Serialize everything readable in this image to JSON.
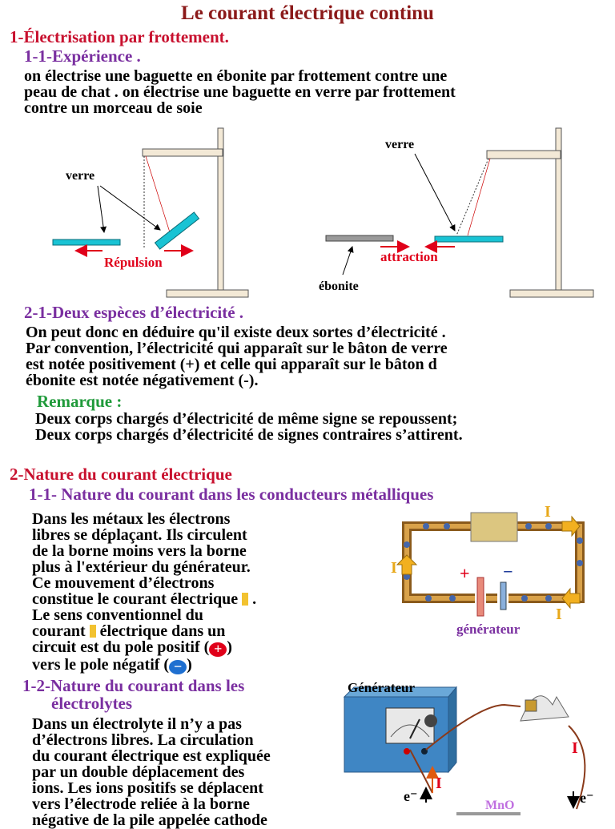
{
  "title": "Le courant électrique continu",
  "s1": {
    "heading": "1-Électrisation par frottement.",
    "sub": "1-1-Expérience .",
    "lines": [
      "on électrise une baguette en ébonite par frottement contre une",
      "peau de chat . on électrise une baguette en verre par frottement",
      "contre un morceau de soie"
    ]
  },
  "fig1": {
    "verre_left": "verre",
    "repulsion": "Répulsion",
    "verre_right": "verre",
    "attraction": "attraction",
    "ebonite": "ébonite"
  },
  "s2": {
    "sub": "2-1-Deux espèces d’électricité .",
    "lines": [
      "On peut donc en déduire qu'il existe deux sortes d’électricité .",
      "Par convention, l’électricité qui apparaît sur le bâton de verre",
      "est notée positivement (+) et celle qui apparaît sur le bâton d",
      "ébonite est notée négativement (-)."
    ],
    "remark_title": "Remarque :",
    "remark_lines": [
      "Deux corps chargés d’électricité de même signe se repoussent;",
      "Deux corps chargés d’électricité de signes contraires s’attirent."
    ]
  },
  "s3": {
    "heading": "2-Nature du courant électrique",
    "sub": "1-1- Nature du courant dans les conducteurs métalliques",
    "lines": [
      "Dans les métaux les électrons",
      "libres se déplaçant. Ils circulent",
      "de la borne moins vers la borne",
      "plus à l'extérieur du générateur.",
      "Ce mouvement d’électrons"
    ],
    "line6": "constitue le courant électrique",
    "line6_end": ".",
    "line7": "Le sens conventionnel du",
    "line8_a": "courant",
    "line8_b": "électrique dans un",
    "line9_a": "circuit est du pole positif (",
    "line9_sym": "+",
    "line9_b": ")",
    "line10_a": "vers le pole négatif (",
    "line10_sym": "−",
    "line10_b": ")"
  },
  "fig2": {
    "I_label": "I",
    "plus": "+",
    "minus": "−",
    "generator": "générateur"
  },
  "s4": {
    "sub_line1": "1-2-Nature du courant dans les",
    "sub_line2": "électrolytes",
    "lines": [
      "Dans un électrolyte il n’y a pas",
      "d’électrons libres. La circulation",
      "du courant électrique est expliquée",
      "par un double déplacement des",
      "ions. Les ions positifs se déplacent",
      "vers l’électrode reliée à la borne",
      "négative de la pile appelée cathode"
    ]
  },
  "fig3": {
    "generator": "Générateur",
    "I": "I",
    "electron": "e⁻",
    "ion": "MnO"
  }
}
